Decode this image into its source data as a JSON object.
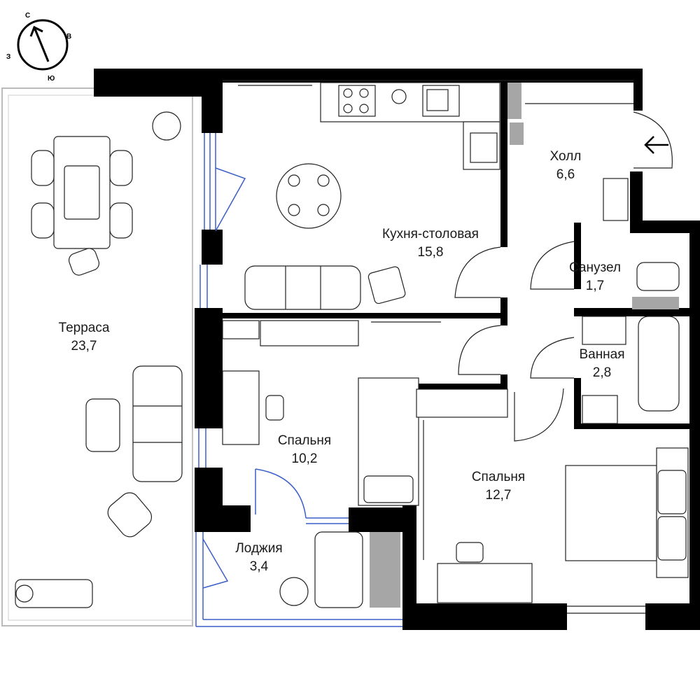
{
  "compass": {
    "north": "С",
    "east": "В",
    "south": "Ю",
    "west": "З"
  },
  "rooms": [
    {
      "name": "Терраса",
      "area": "23,7"
    },
    {
      "name": "Кухня-столовая",
      "area": "15,8"
    },
    {
      "name": "Холл",
      "area": "6,6"
    },
    {
      "name": "Санузел",
      "area": "1,7"
    },
    {
      "name": "Ванная",
      "area": "2,8"
    },
    {
      "name": "Спальня",
      "area": "10,2"
    },
    {
      "name": "Спальня",
      "area": "12,7"
    },
    {
      "name": "Лоджия",
      "area": "3,4"
    }
  ],
  "colors": {
    "wall": "#000000",
    "window": "#3a5fc8",
    "column": "#a6a6a6",
    "line": "#222222"
  }
}
